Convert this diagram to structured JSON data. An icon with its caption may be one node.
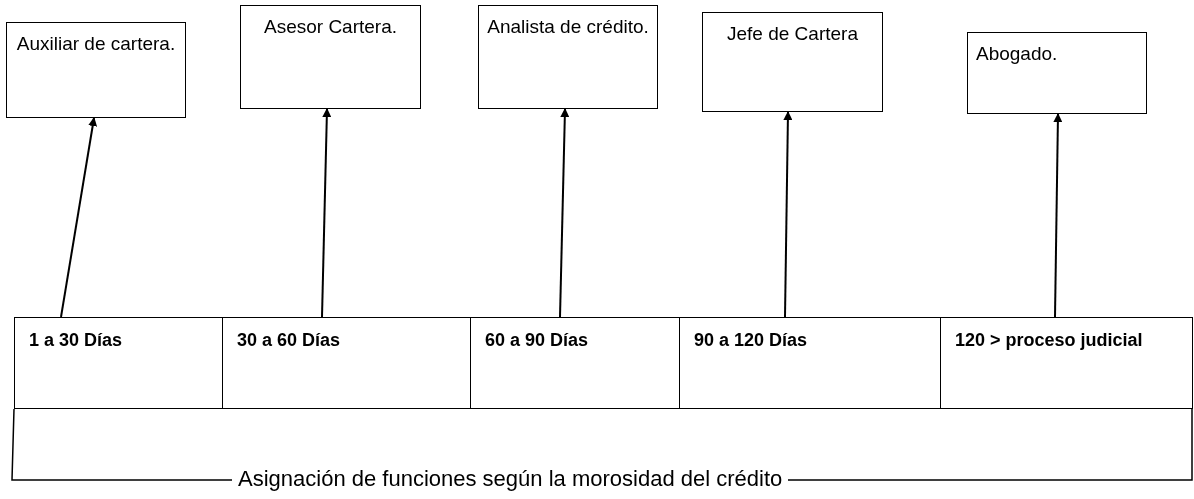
{
  "diagram": {
    "nodes": [
      {
        "text": [
          "Auxiliar de cartera."
        ]
      },
      {
        "text": [
          "Asesor Cartera."
        ]
      },
      {
        "text": [
          "Analista de crédito."
        ]
      },
      {
        "text": [
          "Jefe de Cartera"
        ]
      },
      {
        "text": [
          "Abogado."
        ]
      },
      {
        "text": [
          "1 a 30 Días"
        ]
      },
      {
        "text": [
          "30 a 60 Días"
        ]
      },
      {
        "text": [
          "60 a 90 Días"
        ]
      },
      {
        "text": [
          "90 a 120 Días"
        ]
      },
      {
        "text": [
          "120 > proceso judicial"
        ]
      }
    ],
    "edges": [
      {
        "from": 5,
        "to": 0,
        "arrow": "to"
      },
      {
        "from": 6,
        "to": 1,
        "arrow": "to"
      },
      {
        "from": 7,
        "to": 2,
        "arrow": "to"
      },
      {
        "from": 8,
        "to": 3,
        "arrow": "to"
      },
      {
        "from": 9,
        "to": 4,
        "arrow": "to"
      }
    ],
    "labels": [
      "Asignación de funciones según la morosidad del crédito"
    ]
  }
}
